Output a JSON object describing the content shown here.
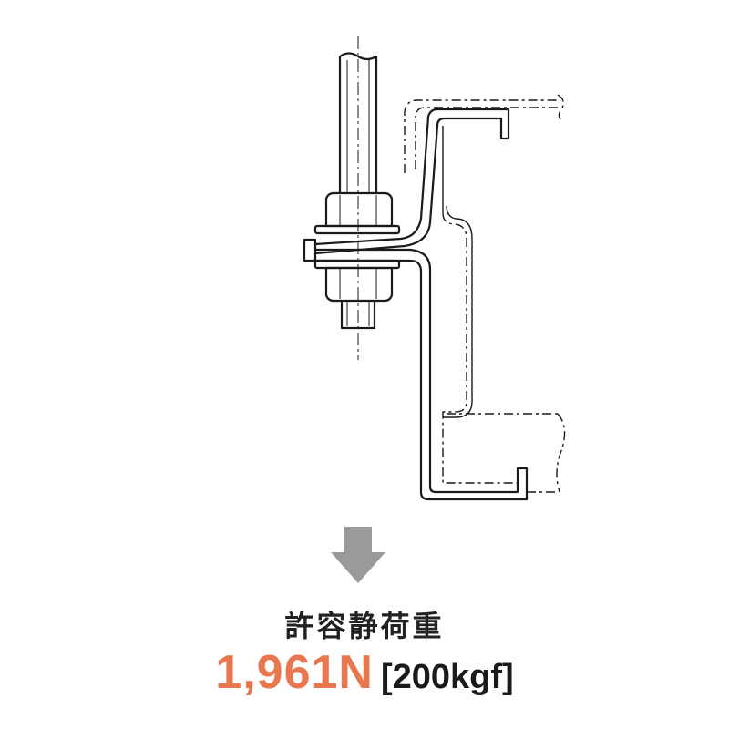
{
  "title": "許容静荷重",
  "load": {
    "newtons": "1,961N",
    "kgf": "[200kgf]"
  },
  "colors": {
    "accent": "#E8764F",
    "arrow": "#9a9a9a",
    "line": "#1a1a1a"
  },
  "icons": {
    "arrow": "down-arrow-icon"
  }
}
